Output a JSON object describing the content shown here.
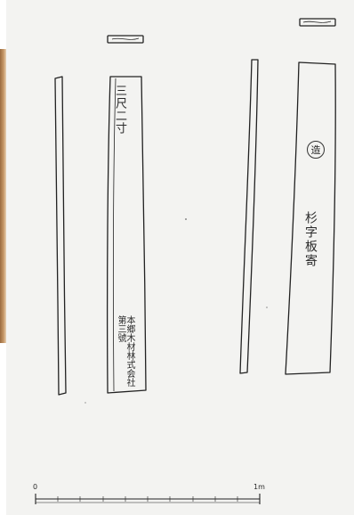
{
  "board_front": {
    "top_label": "三尺二寸",
    "inscription_lines": [
      "本郷木材林式会社",
      "第三號"
    ]
  },
  "board_back": {
    "seal": "造",
    "label": "杉字板寄"
  },
  "scale_bar": {
    "start_label": "0",
    "end_label": "1m"
  }
}
